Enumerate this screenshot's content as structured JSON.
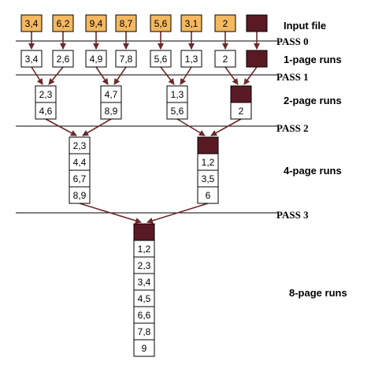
{
  "colors": {
    "input_page": "#f4b860",
    "empty_page": "#5a1a24",
    "arrow": "#6b2a2a",
    "box_border": "#000000",
    "pass_line": "#000000"
  },
  "labels": {
    "input_file": "Input file",
    "runs_1": "1-page runs",
    "runs_2": "2-page runs",
    "runs_4": "4-page runs",
    "runs_8": "8-page runs"
  },
  "passes": [
    "PASS 0",
    "PASS 1",
    "PASS 2",
    "PASS 3"
  ],
  "input_pages": [
    "3,4",
    "6,2",
    "9,4",
    "8,7",
    "5,6",
    "3,1",
    "2",
    ""
  ],
  "runs_1": [
    [
      "3,4"
    ],
    [
      "2,6"
    ],
    [
      "4,9"
    ],
    [
      "7,8"
    ],
    [
      "5,6"
    ],
    [
      "1,3"
    ],
    [
      "2"
    ],
    [
      ""
    ]
  ],
  "runs_2": [
    [
      "2,3",
      "4,6"
    ],
    [
      "4,7",
      "8,9"
    ],
    [
      "1,3",
      "5,6"
    ],
    [
      "",
      "2"
    ]
  ],
  "runs_4": [
    [
      "2,3",
      "4,4",
      "6,7",
      "8,9"
    ],
    [
      "",
      "1,2",
      "3,5",
      "6"
    ]
  ],
  "runs_8": [
    [
      "",
      "1,2",
      "2,3",
      "3,4",
      "4,5",
      "6,6",
      "7,8",
      "9"
    ]
  ]
}
